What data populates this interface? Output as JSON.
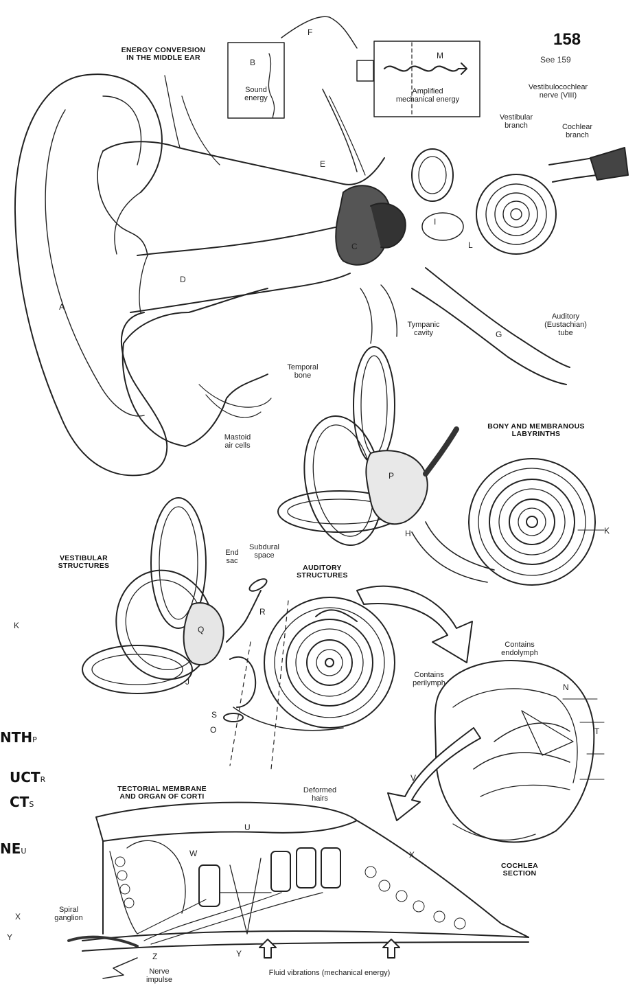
{
  "page": {
    "number": "158",
    "see": "See 159"
  },
  "titles": {
    "energy_conversion": "ENERGY CONVERSION\nIN THE MIDDLE EAR",
    "bony_labyrinths": "BONY AND MEMBRANOUS\nLABYRINTHS",
    "vestibular_structures": "VESTIBULAR\nSTRUCTURES",
    "auditory_structures": "AUDITORY\nSTRUCTURES",
    "tectorial": "TECTORIAL MEMBRANE\nAND ORGAN OF CORTI",
    "cochlea_section": "COCHLEA\nSECTION"
  },
  "labels": {
    "sound_energy": "Sound\nenergy",
    "amplified": "Amplified\nmechanical energy",
    "vestibulocochlear": "Vestibulocochlear\nnerve (VIII)",
    "vestibular_branch": "Vestibular\nbranch",
    "cochlear_branch": "Cochlear\nbranch",
    "tympanic_cavity": "Tympanic\ncavity",
    "auditory_tube": "Auditory\n(Eustachian)\ntube",
    "temporal_bone": "Temporal\nbone",
    "mastoid": "Mastoid\nair cells",
    "end_sac": "End\nsac",
    "subdural_space": "Subdural\nspace",
    "contains_endolymph": "Contains\nendolymph",
    "contains_perilymph": "Contains\nperilymph",
    "deformed_hairs": "Deformed\nhairs",
    "spiral_ganglion": "Spiral\nganglion",
    "nerve_impulse": "Nerve\nimpulse",
    "fluid_vibrations": "Fluid vibrations (mechanical energy)"
  },
  "letters": {
    "A": "A",
    "B": "B",
    "C": "C",
    "D": "D",
    "E": "E",
    "F": "F",
    "G": "G",
    "H": "H",
    "I": "I",
    "J": "J",
    "K": "K",
    "L": "L",
    "M": "M",
    "N": "N",
    "O": "O",
    "P": "P",
    "Q": "Q",
    "R": "R",
    "S": "S",
    "T": "T",
    "U": "U",
    "V": "V",
    "W": "W",
    "X": "X",
    "Y": "Y",
    "Z": "Z"
  },
  "left_edge": {
    "nth": "NTH",
    "nth_sub": "P",
    "uct": "UCT",
    "uct_sub": "R",
    "ct": "CT",
    "ct_sub": "S",
    "ne": "NE",
    "ne_sub": "U",
    "k": "K",
    "x": "X",
    "y": "Y"
  }
}
